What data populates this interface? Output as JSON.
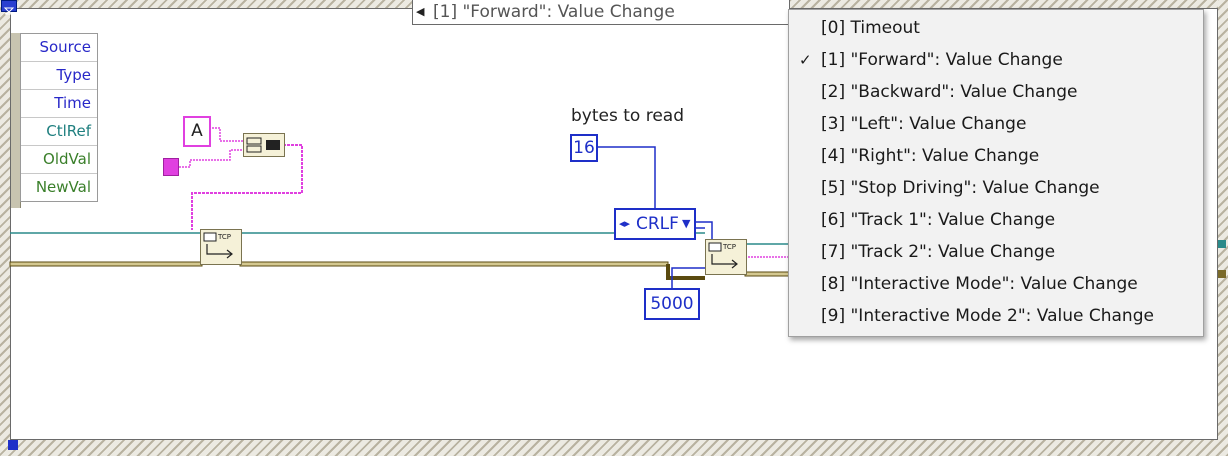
{
  "case_selector": {
    "label": "[1] \"Forward\": Value Change",
    "index_icon": "event-structure-icon"
  },
  "event_data_node": {
    "items": [
      {
        "label": "Source",
        "color": "#2828c8"
      },
      {
        "label": "Type",
        "color": "#2828c8"
      },
      {
        "label": "Time",
        "color": "#2828c8"
      },
      {
        "label": "CtlRef",
        "color": "#1f7f7f"
      },
      {
        "label": "OldVal",
        "color": "#3a7f2a"
      },
      {
        "label": "NewVal",
        "color": "#3a7f2a"
      }
    ]
  },
  "diagram": {
    "string_constant": "A",
    "bytes_label": "bytes to read",
    "bytes_value": "16",
    "mode_enum": "CRLF",
    "timeout_value": "5000",
    "tcp_write_icon": "tcp-write-icon",
    "tcp_read_icon": "tcp-read-icon"
  },
  "menu": {
    "items": [
      {
        "label": "[0] Timeout",
        "checked": false
      },
      {
        "label": "[1] \"Forward\": Value Change",
        "checked": true
      },
      {
        "label": "[2] \"Backward\": Value Change",
        "checked": false
      },
      {
        "label": "[3] \"Left\": Value Change",
        "checked": false
      },
      {
        "label": "[4] \"Right\": Value Change",
        "checked": false
      },
      {
        "label": "[5] \"Stop Driving\": Value Change",
        "checked": false
      },
      {
        "label": "[6] \"Track 1\": Value Change",
        "checked": false
      },
      {
        "label": "[7] \"Track 2\": Value Change",
        "checked": false
      },
      {
        "label": "[8] \"Interactive Mode\": Value Change",
        "checked": false
      },
      {
        "label": "[9] \"Interactive Mode 2\": Value Change",
        "checked": false
      }
    ],
    "check_glyph": "✓"
  },
  "colors": {
    "string_wire": "#e040e0",
    "int_wire": "#1e2fc8",
    "refnum_wire": "#2a8a8a",
    "error_wire": "#7a6a2a"
  }
}
